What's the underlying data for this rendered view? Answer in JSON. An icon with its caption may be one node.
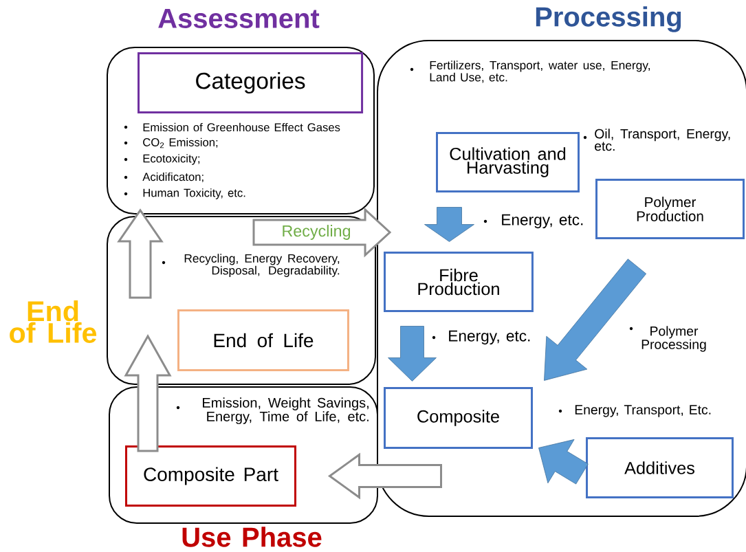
{
  "diagram": {
    "nodes": [
      {
        "text": [
          "Assessment",
          "Emission of Greenhouse Effect Gases",
          "CO$_{2}$ Emission;",
          "Ecotoxicity;",
          "Acidificaton;",
          "Human Toxicity, etc."
        ]
      },
      {
        "text": [
          "Categories"
        ],
        "in": 0
      },
      {
        "text": [
          "End of Life",
          "Recycling, Energy Recovery, Disposal, Degradability."
        ]
      },
      {
        "text": [
          "End of Life"
        ],
        "in": 2
      },
      {
        "text": [
          "Emission, Weight Savings, Energy, Time of Life, etc.",
          "Use Phase"
        ]
      },
      {
        "text": [
          "Composite Part"
        ],
        "in": 4
      },
      {
        "text": [
          "Processing",
          "Fertilizers, Transport, water use, Energy, Land Use, etc.",
          "Oil, Transport, Energy, etc.",
          "Energy, etc.",
          "Energy, etc.",
          "Polymer Processing",
          "Energy, Transport, Etc."
        ]
      },
      {
        "text": [
          "Cultivation and Harvasting"
        ],
        "in": 6
      },
      {
        "text": [
          "Polymer Production"
        ],
        "in": 6
      },
      {
        "text": [
          "Fibre Production"
        ],
        "in": 6
      },
      {
        "text": [
          "Composite"
        ],
        "in": 6
      },
      {
        "text": [
          "Additives"
        ],
        "in": 6
      }
    ],
    "edges": [
      {
        "from": 2,
        "to": 6,
        "arrow": "to",
        "label": "Recycling",
        "color": "#8c8c8c"
      },
      {
        "from": 2,
        "to": 0,
        "arrow": "to",
        "color": "#8c8c8c"
      },
      {
        "from": 4,
        "to": 2,
        "arrow": "to",
        "color": "#8c8c8c"
      },
      {
        "from": 10,
        "to": 5,
        "arrow": "to",
        "color": "#8c8c8c"
      },
      {
        "from": 7,
        "to": 9,
        "arrow": "to",
        "color": "#5b9bd5"
      },
      {
        "from": 9,
        "to": 10,
        "arrow": "to",
        "color": "#5b9bd5"
      },
      {
        "from": 8,
        "to": 10,
        "arrow": "to",
        "color": "#5b9bd5"
      },
      {
        "from": 11,
        "to": 10,
        "arrow": "to",
        "color": "#5b9bd5"
      }
    ]
  }
}
